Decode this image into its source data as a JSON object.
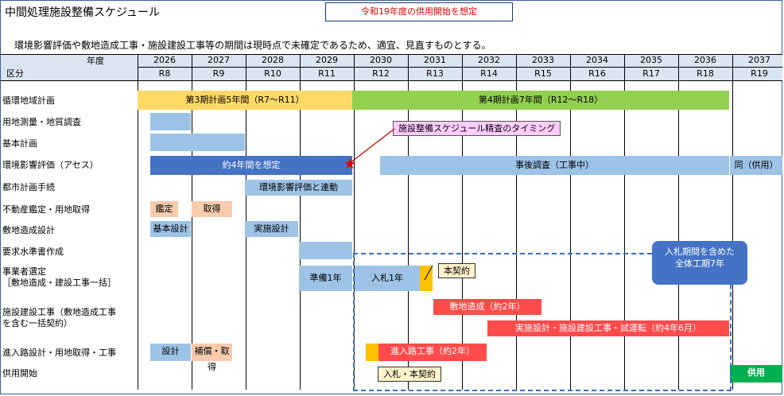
{
  "title": "中間処理施設整備スケジュール",
  "notice": "令和19年度の供用開始を想定",
  "subtitle": "環境影響評価や敷地造成工事・施設建設工事等の期間は現時点で未確定であるため、適宜、見直すものとする。",
  "header": {
    "year_label": "年度",
    "section_label": "区分",
    "years": [
      "2026",
      "2027",
      "2028",
      "2029",
      "2030",
      "2031",
      "2032",
      "2033",
      "2034",
      "2035",
      "2036",
      "2037"
    ],
    "eras": [
      "R8",
      "R9",
      "R10",
      "R11",
      "R12",
      "R13",
      "R14",
      "R15",
      "R16",
      "R17",
      "R18",
      "R19"
    ]
  },
  "rows": [
    "循環地域計画",
    "用地測量・地質調査",
    "基本計画",
    "環境影響評価（アセス）",
    "都市計画手続",
    "不動産鑑定・用地取得",
    "敷地造成設計",
    "要求水準書作成",
    "事業者選定",
    "［敷地造成・建設工事一括］",
    "施設建設工事（敷地造成工事",
    "を含む一括契約）",
    "進入路設計・用地取得・工事",
    "供用開始"
  ],
  "bars": {
    "plan3": "第3期計画5年間（R7～R11）",
    "plan4": "第4期計画7年間（R12～R18）",
    "assess": "約4年間を想定",
    "post": "事後調査（工事中）",
    "post2": "同（供用）",
    "city": "環境影響評価と連動",
    "appraisal": "鑑定",
    "acquire": "取得",
    "basic_design": "基本設計",
    "impl_design": "実施設計",
    "prep": "準備1年",
    "bid": "入札1年",
    "main_contract": "本契約",
    "site_work": "敷地造成（約2年）",
    "construction": "実施設計・施設建設工事・試運転（約4年6月）",
    "road_design": "設計",
    "compensation": "補償・取得",
    "road_work": "進入路工事（約2年）",
    "bid_contract": "入札・本契約",
    "start": "供用"
  },
  "callout": "施設整備スケジュール精査のタイミング",
  "bubble": [
    "入札期間を含めた",
    "全体工期7年"
  ],
  "colors": {
    "light_blue": "#9dc3e6",
    "dark_blue": "#4472c4",
    "yellow": "#ffd966",
    "green": "#92d050",
    "pink": "#f8cbad",
    "red": "#ff4b4b",
    "orange": "#ffc000",
    "start_green": "#00b050",
    "notice_red": "#e00000"
  }
}
